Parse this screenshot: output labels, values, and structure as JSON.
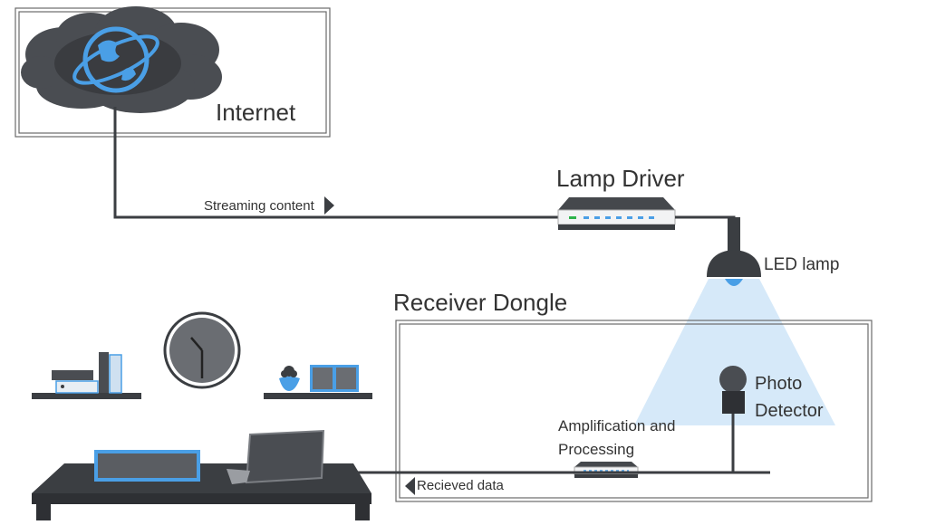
{
  "labels": {
    "internet": "Internet",
    "streaming": "Streaming content",
    "lamp_driver": "Lamp Driver",
    "led_lamp": "LED lamp",
    "receiver_dongle": "Receiver Dongle",
    "photo_line1": "Photo",
    "photo_line2": "Detector",
    "amp_line1": "Amplification and",
    "amp_line2": "Processing",
    "received": "Recieved data"
  },
  "colors": {
    "accent_blue": "#4a9fe6",
    "light_beam": "#cfe5f8",
    "dark": "#3b3e42",
    "cloud": "#4a4d52",
    "frame": "#6b6b6b"
  },
  "icons": [
    "cloud-icon",
    "globe-icon",
    "router-icon",
    "lamp-icon",
    "photo-detector-icon",
    "amplifier-icon",
    "clock-icon",
    "laptop-icon",
    "binder-icon",
    "plant-icon",
    "desk-icon"
  ]
}
